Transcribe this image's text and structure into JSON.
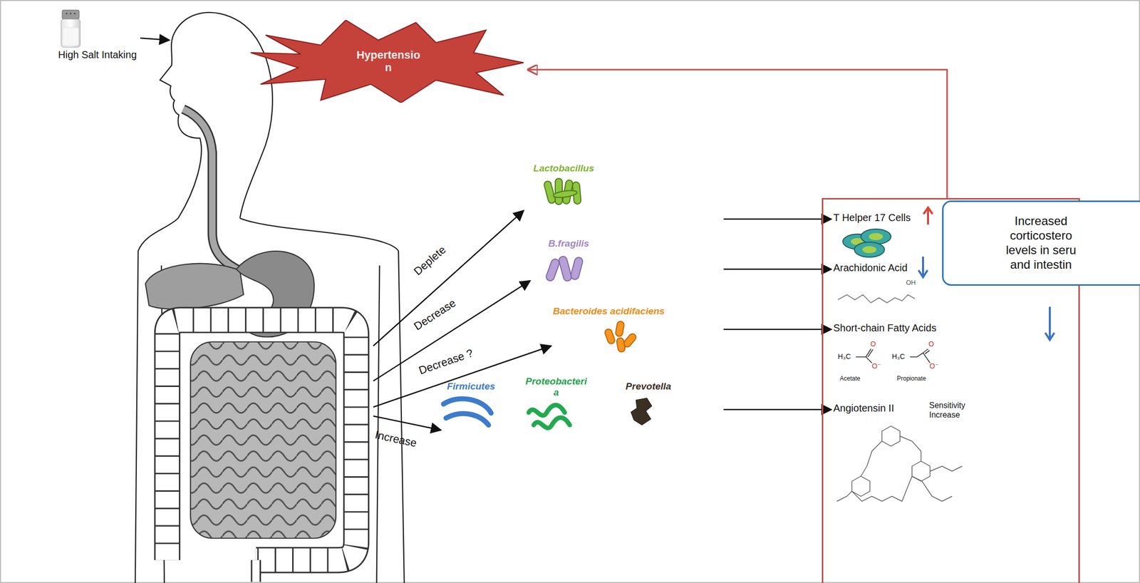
{
  "diagram": {
    "nodes": [
      {
        "text": [
          "Hypertensio n"
        ]
      },
      {
        "text": [
          "Lactobacillus"
        ]
      },
      {
        "text": [
          "B.fragilis"
        ]
      },
      {
        "text": [
          "Bacteroides acidifaciens"
        ]
      },
      {
        "text": [
          "Firmicutes"
        ]
      },
      {
        "text": [
          "Proteobacteri a"
        ]
      },
      {
        "text": [
          "Prevotella"
        ]
      },
      {
        "text": []
      },
      {
        "text": [
          "T Helper 17 Cells"
        ],
        "in": 7
      },
      {
        "text": [
          "Arachidonic Acid"
        ],
        "in": 7
      },
      {
        "text": [
          "Short-chain Fatty Acids"
        ],
        "in": 7
      },
      {
        "text": [
          "Angiotensin II",
          "Sensitivity Increase"
        ],
        "in": 7
      },
      {
        "text": [
          "Increased corticostero levels in seru and intestin"
        ]
      }
    ],
    "edges": [
      {
        "from": 1,
        "to": 8,
        "arrow": "to"
      },
      {
        "from": 2,
        "to": 9,
        "arrow": "to"
      },
      {
        "from": 3,
        "to": 10,
        "arrow": "to"
      },
      {
        "from": 6,
        "to": 11,
        "arrow": "to"
      },
      {
        "from": 7,
        "to": 0,
        "arrow": "to"
      }
    ],
    "labels": [
      "High Salt Intaking",
      "Deplete",
      "Decrease",
      "Decrease ?",
      "Increase",
      "OH",
      "H₃C",
      "O",
      "O⁻",
      "Acetate",
      "H₃C",
      "O",
      "O⁻",
      "Propionate"
    ]
  }
}
